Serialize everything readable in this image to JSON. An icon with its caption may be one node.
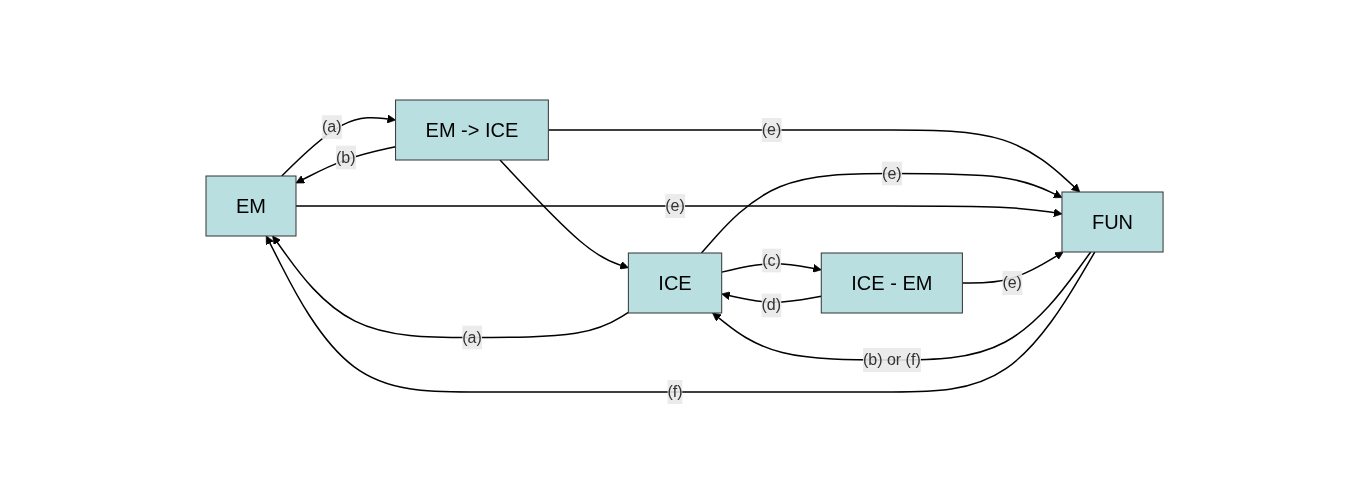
{
  "diagram": {
    "nodes": [
      {
        "text": [
          "EM"
        ]
      },
      {
        "text": [
          "EM -> ICE"
        ]
      },
      {
        "text": [
          "ICE"
        ]
      },
      {
        "text": [
          "ICE - EM"
        ]
      },
      {
        "text": [
          "FUN"
        ]
      }
    ],
    "edges": [
      {
        "from": 2,
        "to": 0,
        "arrow": "to",
        "label": "(a)"
      },
      {
        "from": 0,
        "to": 1,
        "arrow": "to",
        "label": "(a)"
      },
      {
        "from": 1,
        "to": 0,
        "arrow": "to",
        "label": "(b)"
      },
      {
        "from": 1,
        "to": 2,
        "arrow": "to"
      },
      {
        "from": 2,
        "to": 3,
        "arrow": "to",
        "label": "(c)"
      },
      {
        "from": 3,
        "to": 2,
        "arrow": "to",
        "label": "(d)"
      },
      {
        "from": 1,
        "to": 4,
        "arrow": "to",
        "label": "(e)"
      },
      {
        "from": 2,
        "to": 4,
        "arrow": "to",
        "label": "(e)"
      },
      {
        "from": 4,
        "to": 2,
        "arrow": "to",
        "label": "(b) or (f)"
      },
      {
        "from": 4,
        "to": 0,
        "arrow": "to",
        "label": "(f)"
      },
      {
        "from": 0,
        "to": 4,
        "arrow": "to",
        "label": "(e)"
      },
      {
        "from": 3,
        "to": 4,
        "arrow": "to",
        "label": "(e)"
      }
    ]
  }
}
